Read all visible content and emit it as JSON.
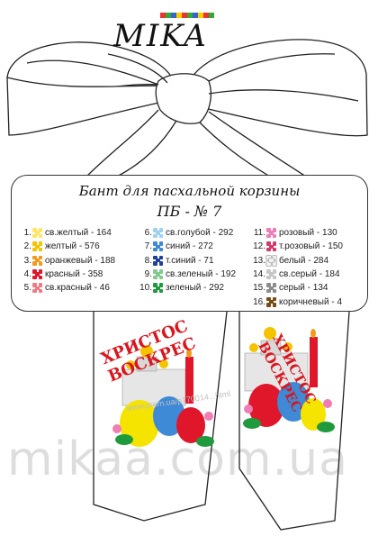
{
  "brand": {
    "logo_text": "MIKA"
  },
  "card": {
    "title": "Бант для пасхальной корзины",
    "code": "ПБ - № 7",
    "colors": [
      {
        "num": "1.",
        "name": "св.желтый - 164",
        "hex": "#ffe566"
      },
      {
        "num": "2.",
        "name": "желтый - 576",
        "hex": "#f5c400"
      },
      {
        "num": "3.",
        "name": "оранжевый - 188",
        "hex": "#f39a1c"
      },
      {
        "num": "4.",
        "name": "красный - 358",
        "hex": "#e0162a"
      },
      {
        "num": "5.",
        "name": "св.красный - 46",
        "hex": "#f27a86"
      },
      {
        "num": "6.",
        "name": "св.голубой - 292",
        "hex": "#9fd2f0"
      },
      {
        "num": "7.",
        "name": "синий - 272",
        "hex": "#3f8ad6"
      },
      {
        "num": "8.",
        "name": "т.синий - 71",
        "hex": "#1f3f9c"
      },
      {
        "num": "9.",
        "name": "св.зеленый - 192",
        "hex": "#84c98d"
      },
      {
        "num": "10.",
        "name": "зеленый - 292",
        "hex": "#1f9a3c"
      },
      {
        "num": "11.",
        "name": "розовый - 130",
        "hex": "#f07db4"
      },
      {
        "num": "12.",
        "name": "т.розовый - 150",
        "hex": "#d8386e"
      },
      {
        "num": "13.",
        "name": "белый - 284",
        "hex": "#f2f2f2"
      },
      {
        "num": "14.",
        "name": "св.серый - 184",
        "hex": "#c7c7c7"
      },
      {
        "num": "15.",
        "name": "серый - 134",
        "hex": "#8c8c8c"
      },
      {
        "num": "16.",
        "name": "коричневый - 4",
        "hex": "#7a4a12"
      }
    ]
  },
  "tails": {
    "left_text": "ХРИСТОС ВОСКРЕС",
    "right_text": "ХРИСТОС ВОСКРЕС"
  },
  "watermark": {
    "url": "www.prom.ua/p170014...html",
    "site": "mikaa.com.ua"
  }
}
